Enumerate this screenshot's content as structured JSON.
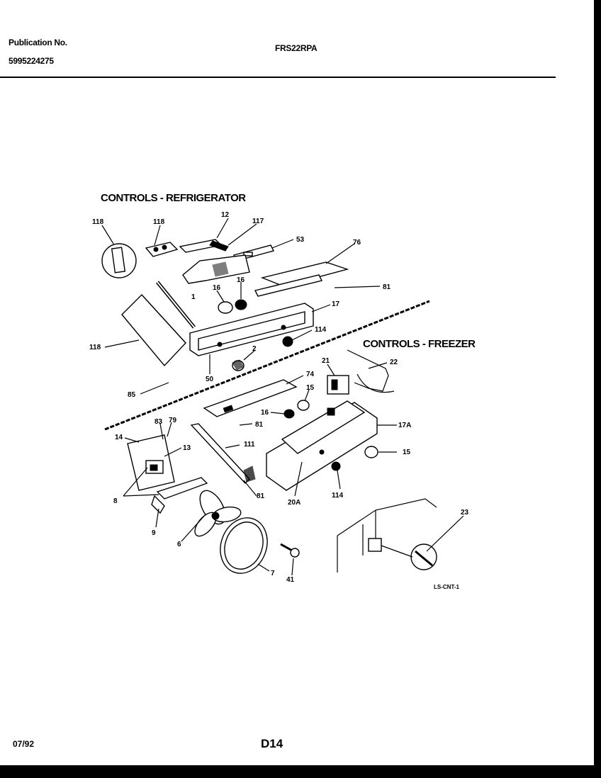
{
  "header": {
    "publication_label": "Publication No.",
    "publication_number": "5995224275",
    "model": "FRS22RPA"
  },
  "sections": {
    "refrigerator_title": "CONTROLS - REFRIGERATOR",
    "freezer_title": "CONTROLS - FREEZER"
  },
  "callouts": {
    "c118a": "118",
    "c118b": "118",
    "c12": "12",
    "c117": "117",
    "c53": "53",
    "c76": "76",
    "c81a": "81",
    "c1": "1",
    "c16a": "16",
    "c16b": "16",
    "c17": "17",
    "c114a": "114",
    "c118c": "118",
    "c2": "2",
    "c50": "50",
    "c85": "85",
    "c21": "21",
    "c22": "22",
    "c74": "74",
    "c15a": "15",
    "c16c": "16",
    "c81b": "81",
    "c17A": "17A",
    "c83": "83",
    "c79": "79",
    "c14": "14",
    "c13": "13",
    "c111": "111",
    "c15b": "15",
    "c8": "8",
    "c9": "9",
    "c6": "6",
    "c81c": "81",
    "c20A": "20A",
    "c114b": "114",
    "c7": "7",
    "c41": "41",
    "c23": "23",
    "ref": "LS-CNT-1"
  },
  "footer": {
    "date": "07/92",
    "page": "D14"
  }
}
